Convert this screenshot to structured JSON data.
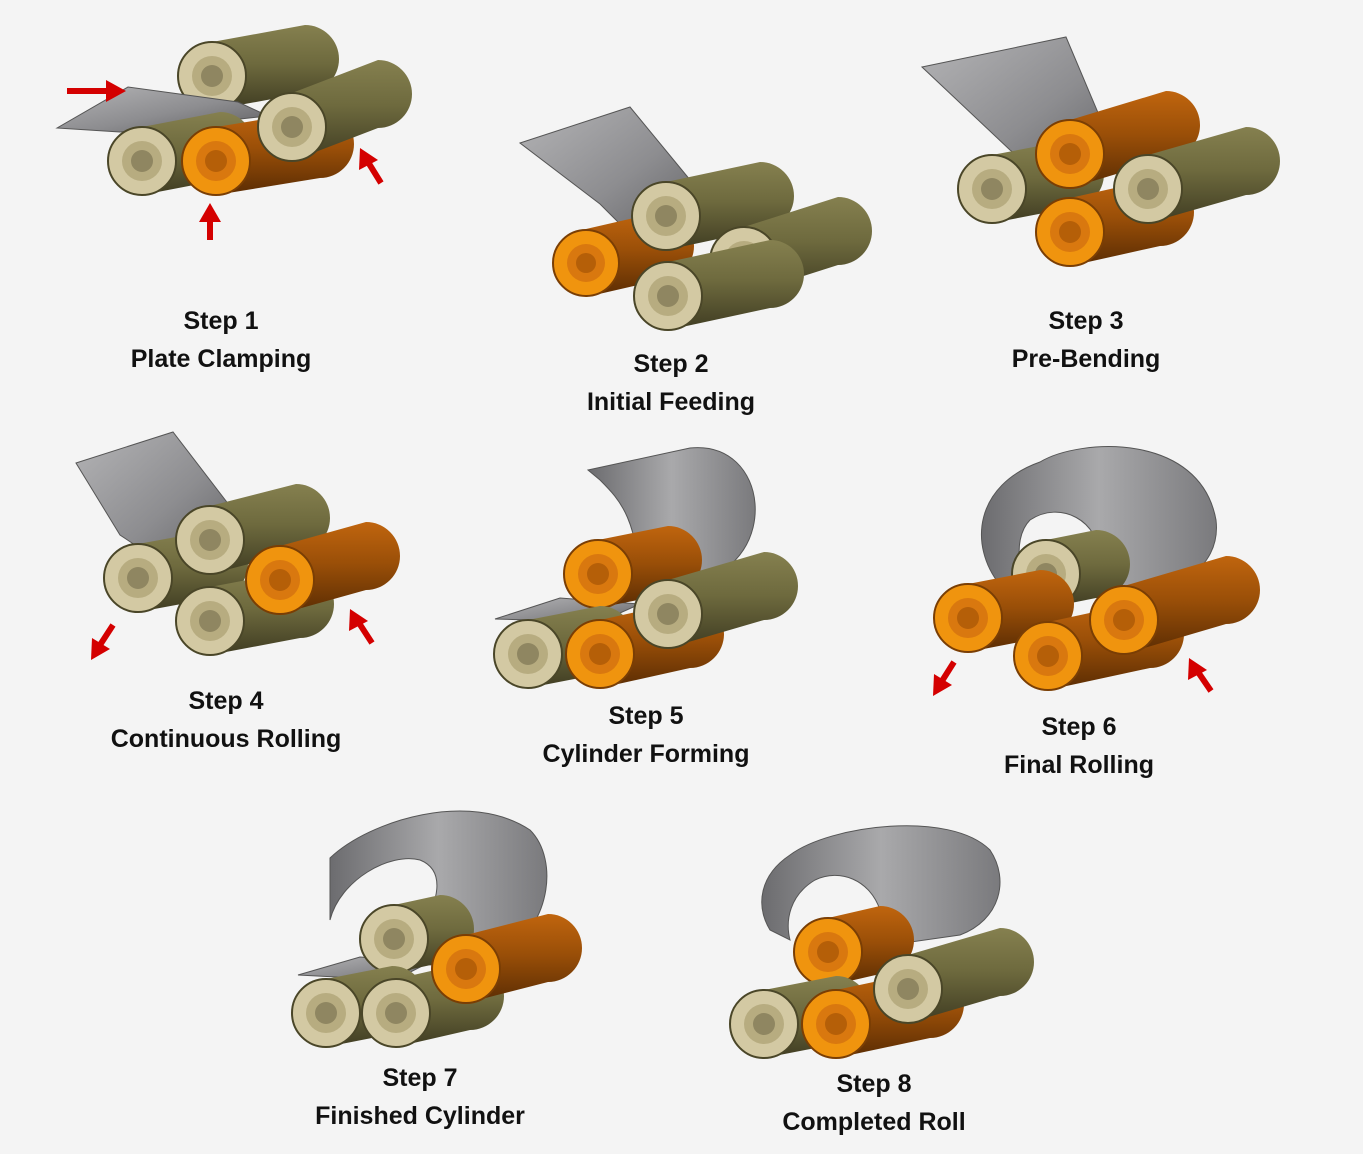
{
  "colors": {
    "background": "#f4f4f4",
    "tan_roller": "#6e6a3e",
    "orange_roller": "#d9780f",
    "sheet": "#8a8a8c",
    "arrow": "#d40000",
    "text": "#111111"
  },
  "steps": [
    {
      "number": "Step 1",
      "title": "Plate Clamping"
    },
    {
      "number": "Step 2",
      "title": "Initial Feeding"
    },
    {
      "number": "Step 3",
      "title": "Pre-Bending"
    },
    {
      "number": "Step 4",
      "title": "Continuous Rolling"
    },
    {
      "number": "Step 5",
      "title": "Cylinder Forming"
    },
    {
      "number": "Step 6",
      "title": "Final Rolling"
    },
    {
      "number": "Step 7",
      "title": "Finished Cylinder"
    },
    {
      "number": "Step 8",
      "title": "Completed Roll"
    }
  ]
}
